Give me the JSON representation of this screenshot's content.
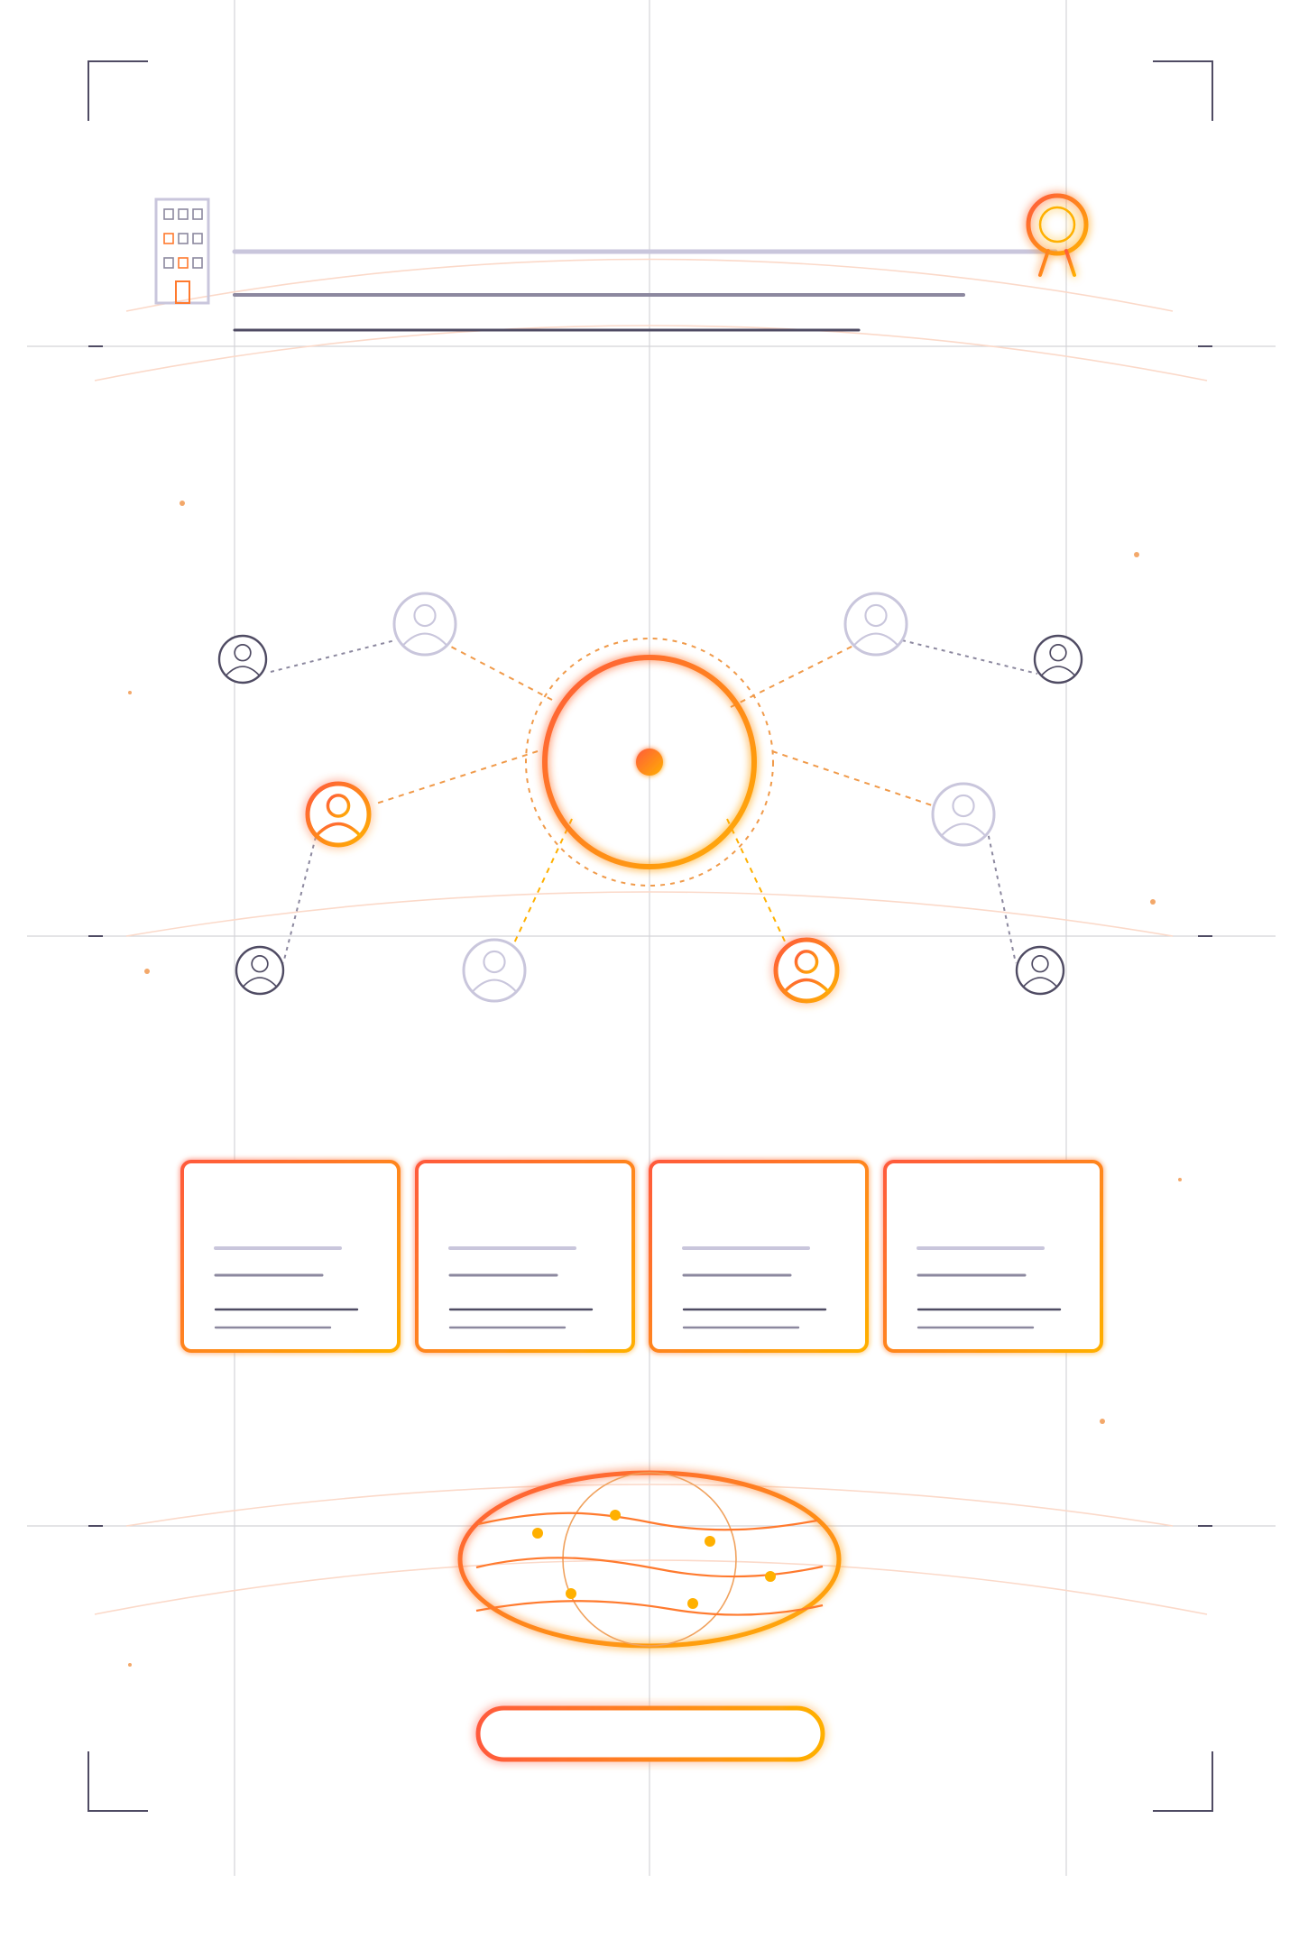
{
  "palette": {
    "accent_start": "#ff5a3c",
    "accent_end": "#ffb000",
    "lavender": "#c9c6dc",
    "slate": "#8c889f",
    "ink": "#4f4b63",
    "grid": "#d4d4d8",
    "arc": "#fbd9c9",
    "dot": "#f3a86a"
  },
  "header": {
    "left_icon": "building-icon",
    "right_icon": "award-badge-icon"
  },
  "network": {
    "hub_icon": "hub-target-icon",
    "nodes": [
      {
        "id": "n1",
        "tone": "ink",
        "icon": "user-icon"
      },
      {
        "id": "n2",
        "tone": "lavender",
        "icon": "user-icon"
      },
      {
        "id": "n3",
        "tone": "lavender",
        "icon": "user-icon"
      },
      {
        "id": "n4",
        "tone": "ink",
        "icon": "user-icon"
      },
      {
        "id": "n5",
        "tone": "accent",
        "icon": "user-icon"
      },
      {
        "id": "n6",
        "tone": "lavender",
        "icon": "user-icon"
      },
      {
        "id": "n7",
        "tone": "ink",
        "icon": "user-icon"
      },
      {
        "id": "n8",
        "tone": "lavender",
        "icon": "user-icon"
      },
      {
        "id": "n9",
        "tone": "accent",
        "icon": "user-icon"
      },
      {
        "id": "n10",
        "tone": "ink",
        "icon": "user-icon"
      }
    ]
  },
  "cards": [
    {
      "id": "card-1"
    },
    {
      "id": "card-2"
    },
    {
      "id": "card-3"
    },
    {
      "id": "card-4"
    }
  ],
  "globe": {
    "icon": "globe-icon"
  },
  "footer": {
    "button_label": ""
  }
}
